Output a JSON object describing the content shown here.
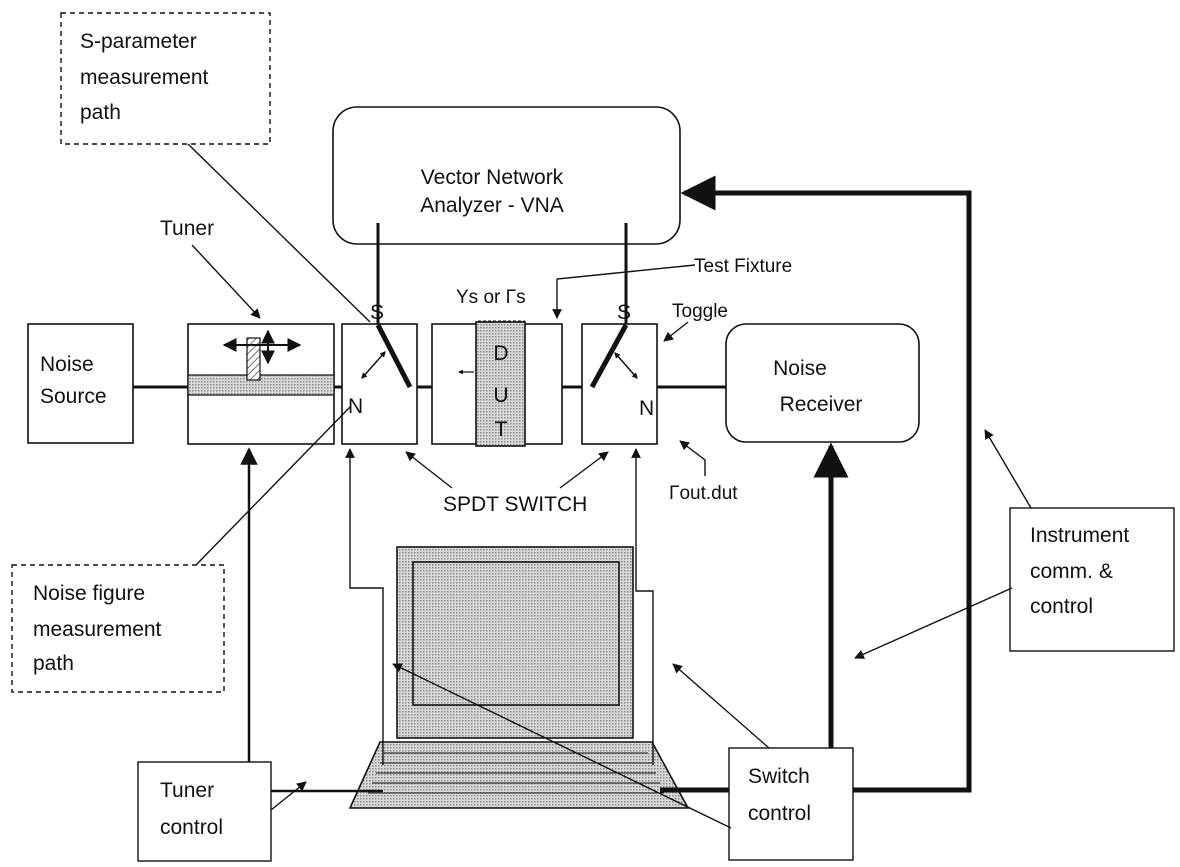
{
  "blocks": {
    "vna": [
      "Vector Network",
      "Analyzer - VNA"
    ],
    "noise_source": [
      "Noise",
      "Source"
    ],
    "noise_receiver": [
      "Noise",
      "Receiver"
    ],
    "dut": [
      "D",
      "U",
      "T"
    ]
  },
  "callouts": {
    "s_param_path": [
      "S-parameter",
      "measurement",
      "path"
    ],
    "noise_fig_path": [
      "Noise figure",
      "measurement",
      "path"
    ],
    "instrument": [
      "Instrument",
      "comm. &",
      "control"
    ],
    "tuner_control": [
      "Tuner",
      "control"
    ],
    "switch_control": [
      "Switch",
      "control"
    ]
  },
  "labels": {
    "tuner": "Tuner",
    "test_fixture": "Test Fixture",
    "toggle": "Toggle",
    "ys_gs": "Ys or Γs",
    "spdt": "SPDT SWITCH",
    "gout": "Γout.dut",
    "s_left": "S",
    "n_left": "N",
    "s_right": "S",
    "n_right": "N"
  },
  "colors": {
    "line": "#111111",
    "hatch_fill": "#bdbdbd",
    "dut_fill": "#b8b8b8",
    "laptop_fill": "#c4c4c4"
  }
}
